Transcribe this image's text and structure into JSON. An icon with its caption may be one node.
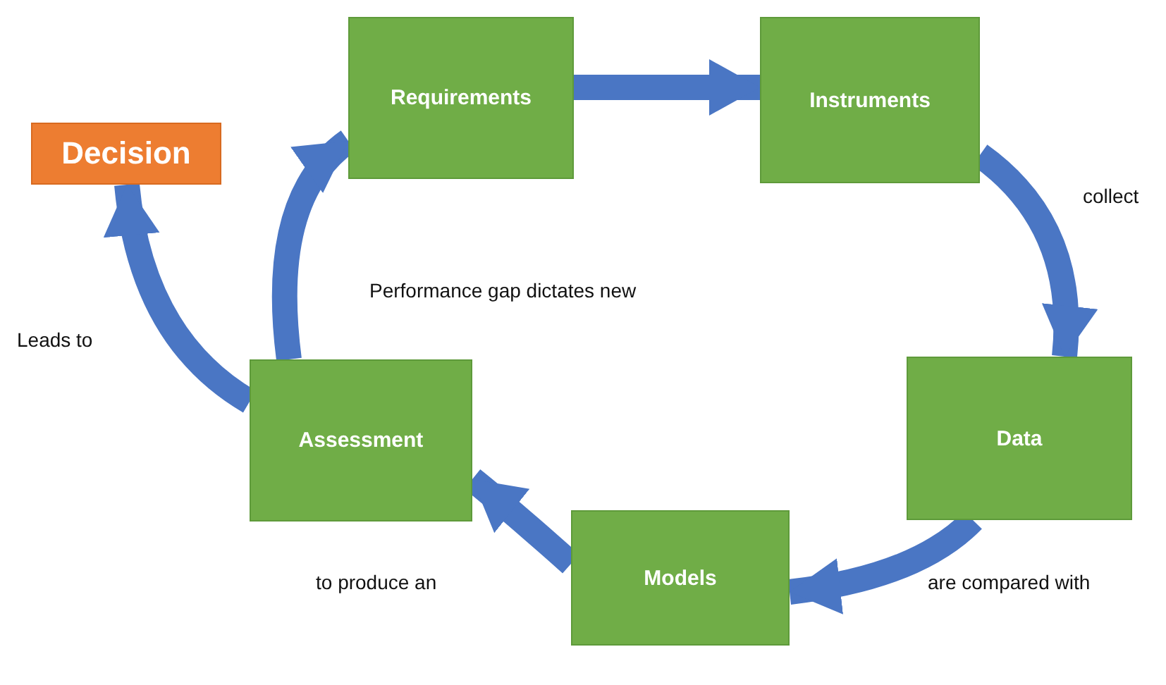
{
  "diagram": {
    "nodes": [
      {
        "text": [
          "Decision"
        ]
      },
      {
        "text": [
          "Requirements"
        ]
      },
      {
        "text": [
          "Instruments"
        ]
      },
      {
        "text": [
          "Data"
        ]
      },
      {
        "text": [
          "Models"
        ]
      },
      {
        "text": [
          "Assessment"
        ]
      }
    ],
    "edges": [
      {
        "from": 1,
        "to": 2,
        "arrow": "to"
      },
      {
        "from": 2,
        "to": 3,
        "arrow": "to",
        "label": "collect"
      },
      {
        "from": 3,
        "to": 4,
        "arrow": "to",
        "label": "are compared with"
      },
      {
        "from": 4,
        "to": 5,
        "arrow": "to",
        "label": "to produce an"
      },
      {
        "from": 5,
        "to": 1,
        "arrow": "to",
        "label": "Performance gap dictates new"
      },
      {
        "from": 5,
        "to": 0,
        "arrow": "to",
        "label": "Leads to"
      }
    ]
  }
}
